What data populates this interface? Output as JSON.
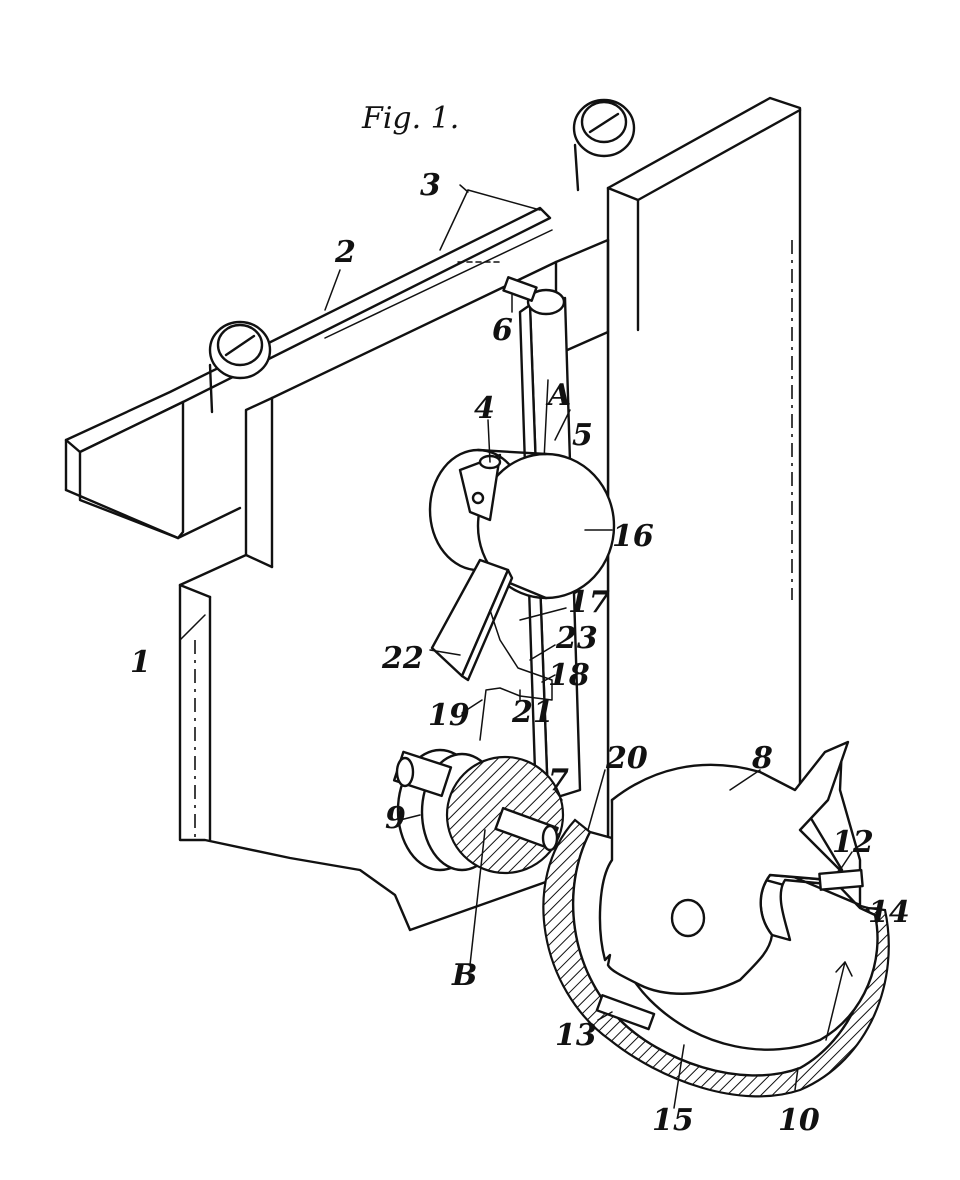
{
  "figure": {
    "title": "Fig. 1.",
    "labels": {
      "n1": "1",
      "n2": "2",
      "n3": "3",
      "n4": "4",
      "n5": "5",
      "n6": "6",
      "n7": "7",
      "n8": "8",
      "n9": "9",
      "n10": "10",
      "n12": "12",
      "n13": "13",
      "n14": "14",
      "n15": "15",
      "n16": "16",
      "n17": "17",
      "n18": "18",
      "n19": "19",
      "n20": "20",
      "n21": "21",
      "n22": "22",
      "n23": "23",
      "A": "A",
      "B": "B"
    }
  }
}
